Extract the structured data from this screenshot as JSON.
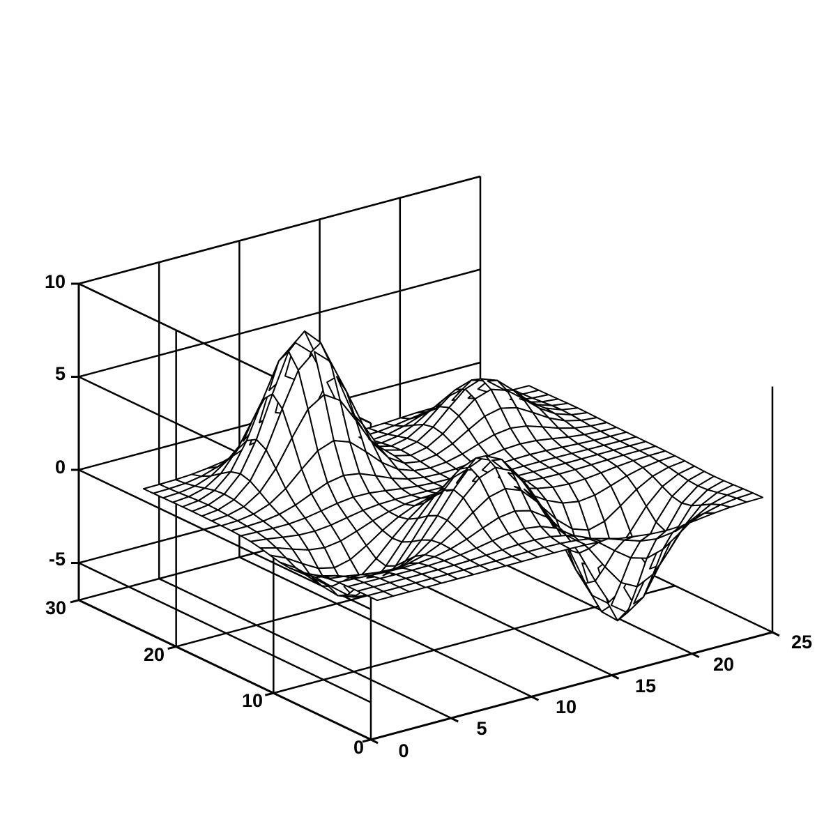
{
  "chart_data": {
    "type": "surface",
    "title": "",
    "xlabel": "",
    "ylabel": "",
    "zlabel": "",
    "style": {
      "surface_fill": "#ffffff",
      "surface_edge": "#000000",
      "axes_color": "#000000",
      "background": "#ffffff",
      "grid": true
    },
    "axes": {
      "x": {
        "range": [
          0,
          25
        ],
        "ticks": [
          0,
          5,
          10,
          15,
          20,
          25
        ],
        "tick_labels": [
          "0",
          "5",
          "10",
          "15",
          "20",
          "25"
        ]
      },
      "y": {
        "range": [
          0,
          30
        ],
        "ticks": [
          0,
          10,
          20,
          30
        ],
        "tick_labels": [
          "0",
          "10",
          "20",
          "30"
        ]
      },
      "z": {
        "range": [
          -7,
          10
        ],
        "ticks": [
          -5,
          0,
          5,
          10
        ],
        "tick_labels": [
          "-5",
          "0",
          "5",
          "10"
        ]
      }
    },
    "surface": {
      "x_count": 25,
      "y_count": 25,
      "x_range": [
        1,
        25
      ],
      "y_range": [
        1,
        25
      ],
      "baseline": 0,
      "peaks": [
        {
          "x": 8,
          "y": 20,
          "height": 8.1
        },
        {
          "x": 19,
          "y": 20,
          "height": 3.0
        },
        {
          "x": 12,
          "y": 8,
          "height": 3.5
        },
        {
          "x": 19,
          "y": 6,
          "height": -6.5
        },
        {
          "x": 5,
          "y": 10,
          "height": -3.0
        }
      ]
    }
  }
}
